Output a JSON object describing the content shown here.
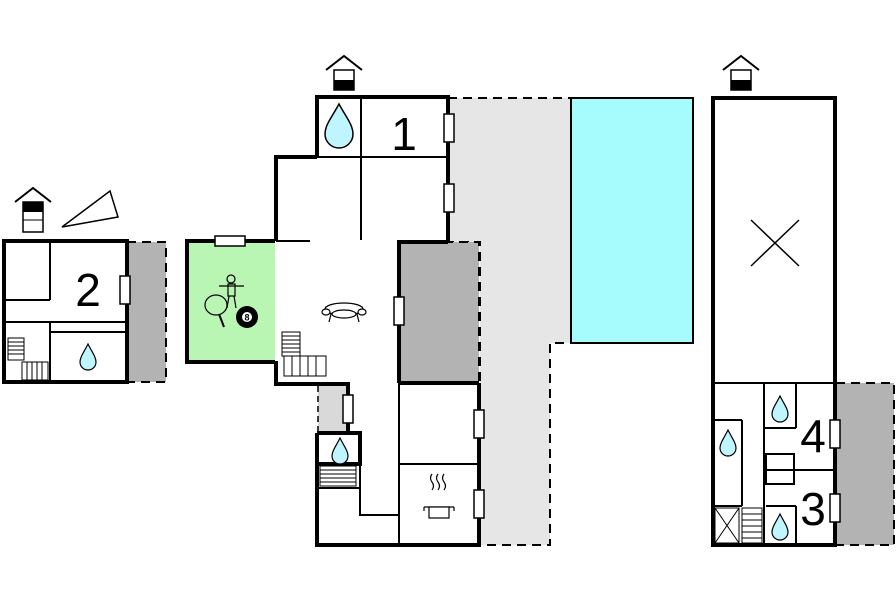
{
  "rooms": {
    "one": "1",
    "two": "2",
    "three": "3",
    "four": "4"
  },
  "icons": {
    "building": "house-icon",
    "water": "water-drop-icon",
    "living": "sofa-icon",
    "kitchen": "cooking-pot-icon",
    "games": "games-icon",
    "billiard_ball_number": "8",
    "stairs": "stairs-icon",
    "void": "cross-icon",
    "north": "compass-wedge-icon"
  },
  "colors": {
    "wall": "#000000",
    "terrace": "#e6e6e6",
    "covered": "#b3b3b3",
    "pool": "#a6fbfc",
    "games_room": "#b9f5b3",
    "water_drop": "#bff5ff",
    "house_roof": "#000000"
  }
}
